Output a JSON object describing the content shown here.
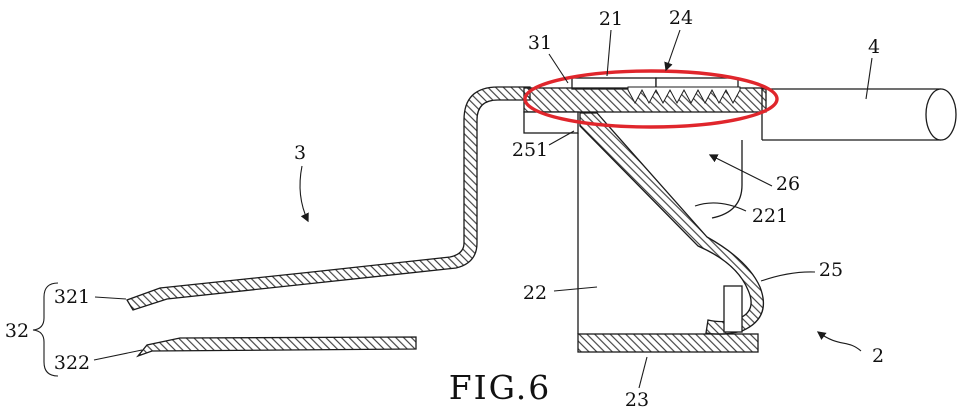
{
  "figure": {
    "caption": "FIG.6",
    "highlight_color": "#e0262c",
    "labels": {
      "n2": "2",
      "n3": "3",
      "n4": "4",
      "n21": "21",
      "n22": "22",
      "n23": "23",
      "n24": "24",
      "n25": "25",
      "n26": "26",
      "n31": "31",
      "n32": "32",
      "n221": "221",
      "n251": "251",
      "n321": "321",
      "n322": "322"
    }
  }
}
